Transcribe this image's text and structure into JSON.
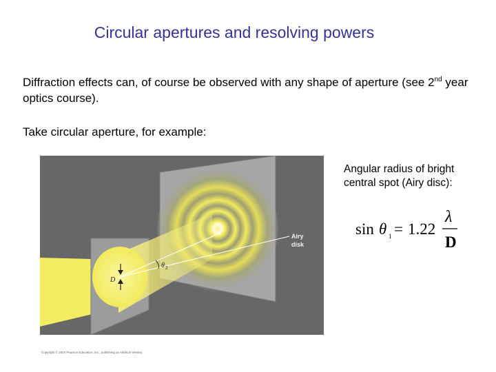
{
  "slide": {
    "title": "Circular apertures and resolving powers",
    "para1_pre": "Diffraction effects can, of course be observed with any shape of aperture (see 2",
    "para1_sup": "nd",
    "para1_post": " year optics course).",
    "para2": "Take circular aperture, for example:",
    "caption": "Angular radius of bright central spot (Airy disc):",
    "formula": {
      "sin": "sin",
      "theta": "θ",
      "subscript": "1",
      "equals": "=",
      "coefficient": "1.22",
      "numerator": "λ",
      "denominator": "D"
    },
    "figure": {
      "label_airy": "Airy",
      "label_disk": "disk",
      "label_theta": "θ",
      "label_theta_sub": "2",
      "label_D": "D",
      "copyright": "Copyright © 2004 Pearson Education, Inc., publishing as Addison Wesley."
    }
  },
  "colors": {
    "title": "#333399",
    "figure_background": "#676767",
    "light": "#f5f07a"
  }
}
